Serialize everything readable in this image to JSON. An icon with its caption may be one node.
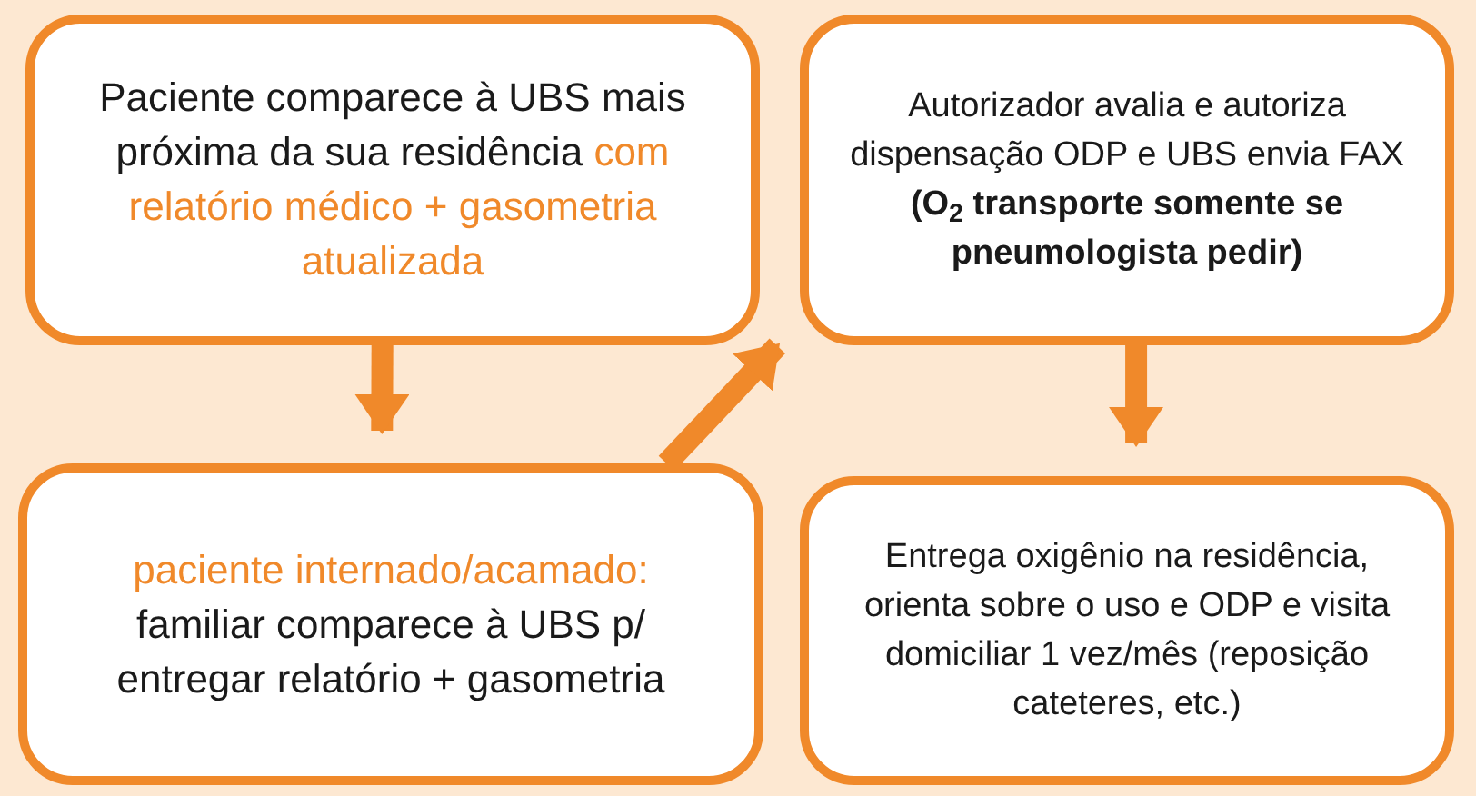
{
  "diagram": {
    "nodes": [
      {
        "text": [
          "Paciente comparece à UBS mais próxima da sua residência",
          "com relatório médico + gasometria atualizada"
        ]
      },
      {
        "text": [
          "paciente internado/acamado:",
          "familiar comparece à UBS p/ entregar relatório + gasometria"
        ]
      },
      {
        "text": [
          "Autorizador avalia e autoriza dispensação ODP e UBS envia FAX",
          "(O$_{2}$ transporte somente se pneumologista pedir)"
        ]
      },
      {
        "text": [
          "Entrega oxigênio na residência, orienta sobre o uso e ODP e visita domiciliar 1 vez/mês (reposição cateteres, etc.)"
        ]
      }
    ],
    "edges": [
      {
        "from": 0,
        "to": 1,
        "arrow": "to"
      },
      {
        "from": 1,
        "to": 2,
        "arrow": "to"
      },
      {
        "from": 2,
        "to": 3,
        "arrow": "to"
      }
    ]
  }
}
